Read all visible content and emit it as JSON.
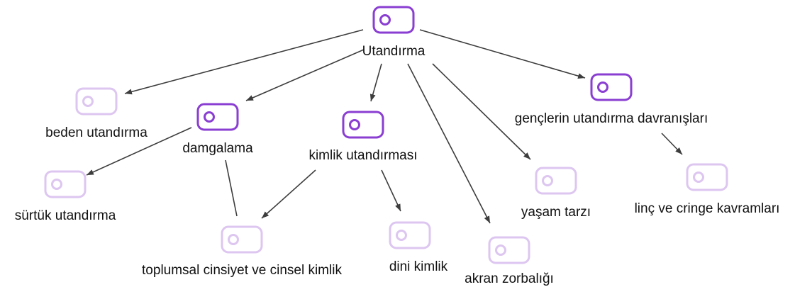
{
  "colors": {
    "primary": "#8a3ed2",
    "secondary": "#ddc6f0",
    "edge": "#3d3d3d",
    "text": "#111111"
  },
  "node_icon": "tag-icon",
  "nodes": [
    {
      "id": "utandirma",
      "label": "Utandırma",
      "level": "primary"
    },
    {
      "id": "beden",
      "label": "beden utandırma",
      "level": "secondary"
    },
    {
      "id": "damgalama",
      "label": "damgalama",
      "level": "primary"
    },
    {
      "id": "kimlik",
      "label": "kimlik utandırması",
      "level": "primary"
    },
    {
      "id": "gencler",
      "label": "gençlerin utandırma davranışları",
      "level": "primary"
    },
    {
      "id": "surtuk",
      "label": "sürtük utandırma",
      "level": "secondary"
    },
    {
      "id": "toplumsal",
      "label": "toplumsal cinsiyet ve cinsel kimlik",
      "level": "secondary"
    },
    {
      "id": "dini",
      "label": "dini kimlik",
      "level": "secondary"
    },
    {
      "id": "akran",
      "label": "akran zorbalığı",
      "level": "secondary"
    },
    {
      "id": "yasam",
      "label": "yaşam tarzı",
      "level": "secondary"
    },
    {
      "id": "linc",
      "label": "linç ve cringe kavramları",
      "level": "secondary"
    }
  ],
  "edges": [
    {
      "from": "utandirma",
      "to": "beden",
      "arrow": true
    },
    {
      "from": "utandirma",
      "to": "damgalama",
      "arrow": true
    },
    {
      "from": "utandirma",
      "to": "kimlik",
      "arrow": true
    },
    {
      "from": "utandirma",
      "to": "akran",
      "arrow": true
    },
    {
      "from": "utandirma",
      "to": "yasam",
      "arrow": true
    },
    {
      "from": "utandirma",
      "to": "gencler",
      "arrow": true
    },
    {
      "from": "damgalama",
      "to": "surtuk",
      "arrow": true
    },
    {
      "from": "damgalama",
      "to": "toplumsal",
      "arrow": false
    },
    {
      "from": "kimlik",
      "to": "toplumsal",
      "arrow": true
    },
    {
      "from": "kimlik",
      "to": "dini",
      "arrow": true
    },
    {
      "from": "gencler",
      "to": "linc",
      "arrow": true
    }
  ]
}
